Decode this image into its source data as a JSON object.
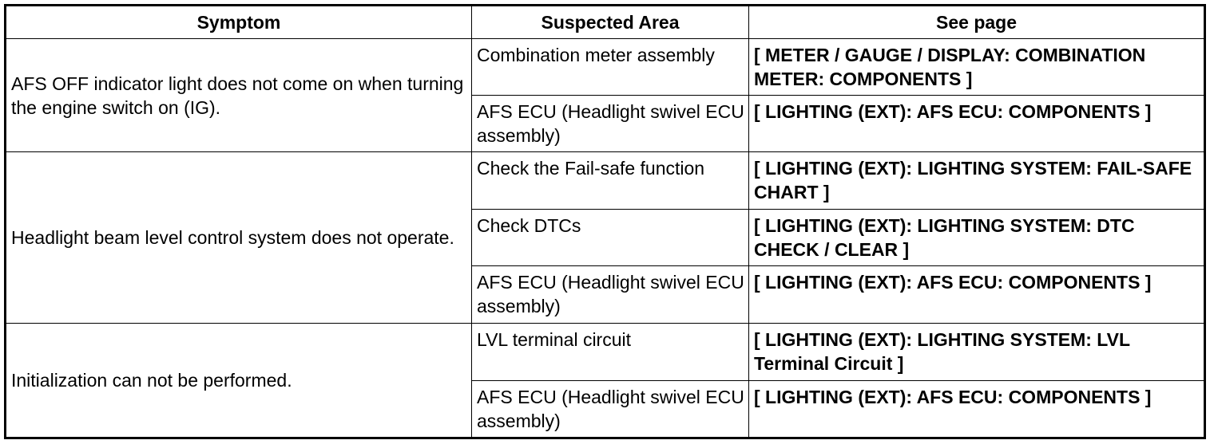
{
  "table": {
    "headers": {
      "symptom": "Symptom",
      "suspected_area": "Suspected Area",
      "see_page": "See page"
    },
    "groups": [
      {
        "symptom": "AFS OFF indicator light does not come on when turning the engine switch on (IG).",
        "rows": [
          {
            "area": "Combination meter assembly",
            "page": "[ METER / GAUGE / DISPLAY: COMBINATION METER: COMPONENTS ]"
          },
          {
            "area": "AFS ECU (Headlight swivel ECU assembly)",
            "page": "[ LIGHTING (EXT): AFS ECU: COMPONENTS ]"
          }
        ]
      },
      {
        "symptom": "Headlight beam level control system does not operate.",
        "rows": [
          {
            "area": "Check the Fail-safe function",
            "page": "[ LIGHTING (EXT): LIGHTING SYSTEM: FAIL-SAFE CHART ]"
          },
          {
            "area": "Check DTCs",
            "page": "[ LIGHTING (EXT): LIGHTING SYSTEM: DTC CHECK / CLEAR ]"
          },
          {
            "area": "AFS ECU (Headlight swivel ECU assembly)",
            "page": "[ LIGHTING (EXT): AFS ECU: COMPONENTS ]"
          }
        ]
      },
      {
        "symptom": "Initialization can not be performed.",
        "rows": [
          {
            "area": "LVL terminal circuit",
            "page": "[ LIGHTING (EXT): LIGHTING SYSTEM: LVL Terminal Circuit ]"
          },
          {
            "area": "AFS ECU (Headlight swivel ECU assembly)",
            "page": "[ LIGHTING (EXT): AFS ECU: COMPONENTS ]"
          }
        ]
      }
    ]
  }
}
